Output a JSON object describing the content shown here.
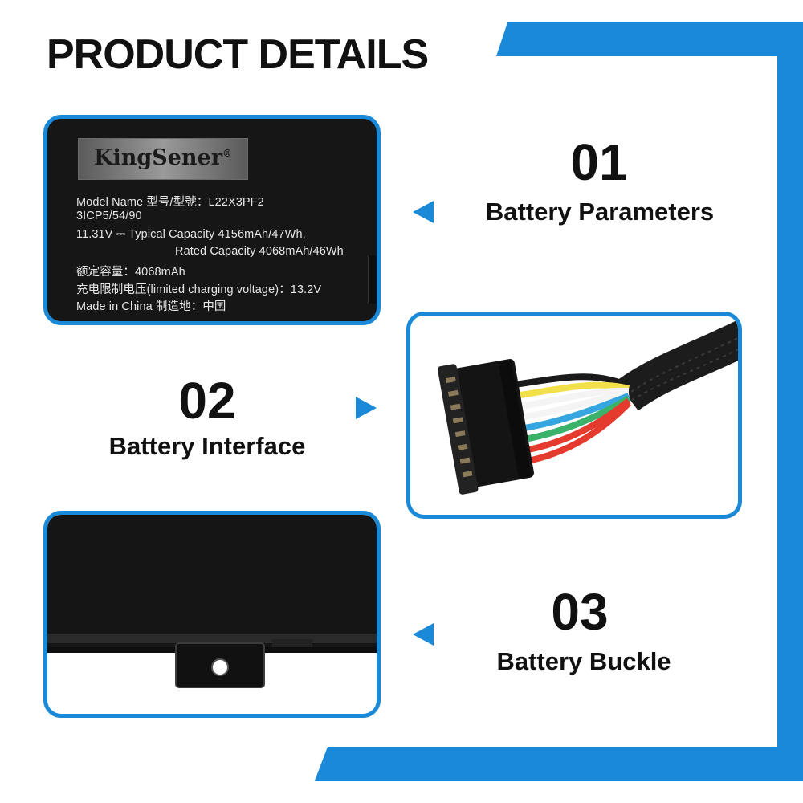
{
  "page": {
    "title": "PRODUCT DETAILS",
    "accent_color": "#1a8ad8"
  },
  "battery_label": {
    "brand": "KingSener",
    "brand_mark": "®",
    "lines": [
      "Model Name 型号/型號：L22X3PF2",
      "3ICP5/54/90",
      "11.31V ⎓ Typical Capacity 4156mAh/47Wh,",
      "Rated Capacity 4068mAh/46Wh",
      "额定容量：4068mAh",
      "充电限制电压(limited charging voltage)：13.2V",
      "Made in China    制造地：中国"
    ]
  },
  "sections": [
    {
      "number": "01",
      "label": "Battery Parameters",
      "arrow": "left-pointing-arrow-icon"
    },
    {
      "number": "02",
      "label": "Battery Interface",
      "arrow": "right-pointing-arrow-icon"
    },
    {
      "number": "03",
      "label": "Battery Buckle",
      "arrow": "left-pointing-arrow-icon"
    }
  ],
  "wire_colors": [
    "#1a1a1a",
    "#f1e04a",
    "#ffffff",
    "#ffffff",
    "#35a6e0",
    "#3bb26a",
    "#e53a2e",
    "#e53a2e"
  ]
}
